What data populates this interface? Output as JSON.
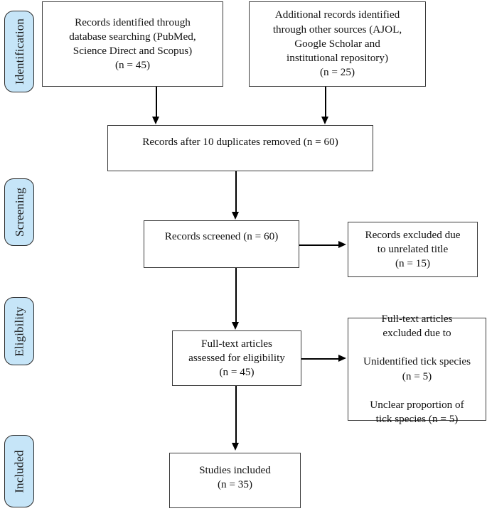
{
  "diagram": {
    "title": "PRISMA study selection flow diagram",
    "accent_color": "#c6e5f8",
    "border_color": "#3a3a3a",
    "line_color": "#000000",
    "stages": [
      {
        "id": "identification",
        "label": "Identification"
      },
      {
        "id": "screening",
        "label": "Screening"
      },
      {
        "id": "eligibility",
        "label": "Eligibility"
      },
      {
        "id": "included",
        "label": "Included"
      }
    ],
    "boxes": {
      "database_search": {
        "text": "Records identified through\ndatabase searching (PubMed,\nScience Direct and Scopus)\n(n = 45)",
        "count": 45
      },
      "other_sources": {
        "text": "Additional records identified\nthrough other sources (AJOL,\nGoogle Scholar and\ninstitutional repository)\n(n = 25)",
        "count": 25
      },
      "duplicates_removed": {
        "text": "Records after 10 duplicates removed (n = 60)",
        "count": 60,
        "duplicates": 10
      },
      "records_screened": {
        "text": "Records screened (n = 60)",
        "count": 60
      },
      "records_excluded": {
        "text": "Records excluded due\nto unrelated title\n(n = 15)",
        "count": 15
      },
      "fulltext_assessed": {
        "text": "Full-text articles\nassessed for eligibility\n(n = 45)",
        "count": 45
      },
      "fulltext_excluded": {
        "text": "Full-text articles\nexcluded due to\n\nUnidentified tick species\n(n = 5)\n\nUnclear proportion of\ntick species (n = 5)",
        "reason_1_count": 5,
        "reason_2_count": 5
      },
      "studies_included": {
        "text": "Studies included\n(n = 35)",
        "count": 35
      }
    }
  }
}
